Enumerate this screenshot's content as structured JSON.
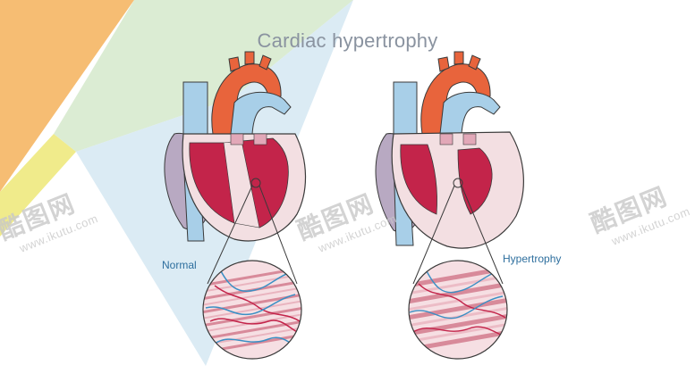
{
  "title": "Cardiac hypertrophy",
  "labels": {
    "normal": "Normal",
    "hypertrophy": "Hypertrophy"
  },
  "watermark": {
    "mark": "酷图网",
    "url": "www.ikutu.com"
  },
  "colors": {
    "aorta": "#e8643c",
    "vein": "#a8cfe8",
    "muscle": "#c3244a",
    "wall": "#f3dfe2",
    "atrium": "#b8a9c2",
    "outline": "#3a3a3a",
    "title": "#8a93a0",
    "label": "#2e6f9e"
  }
}
